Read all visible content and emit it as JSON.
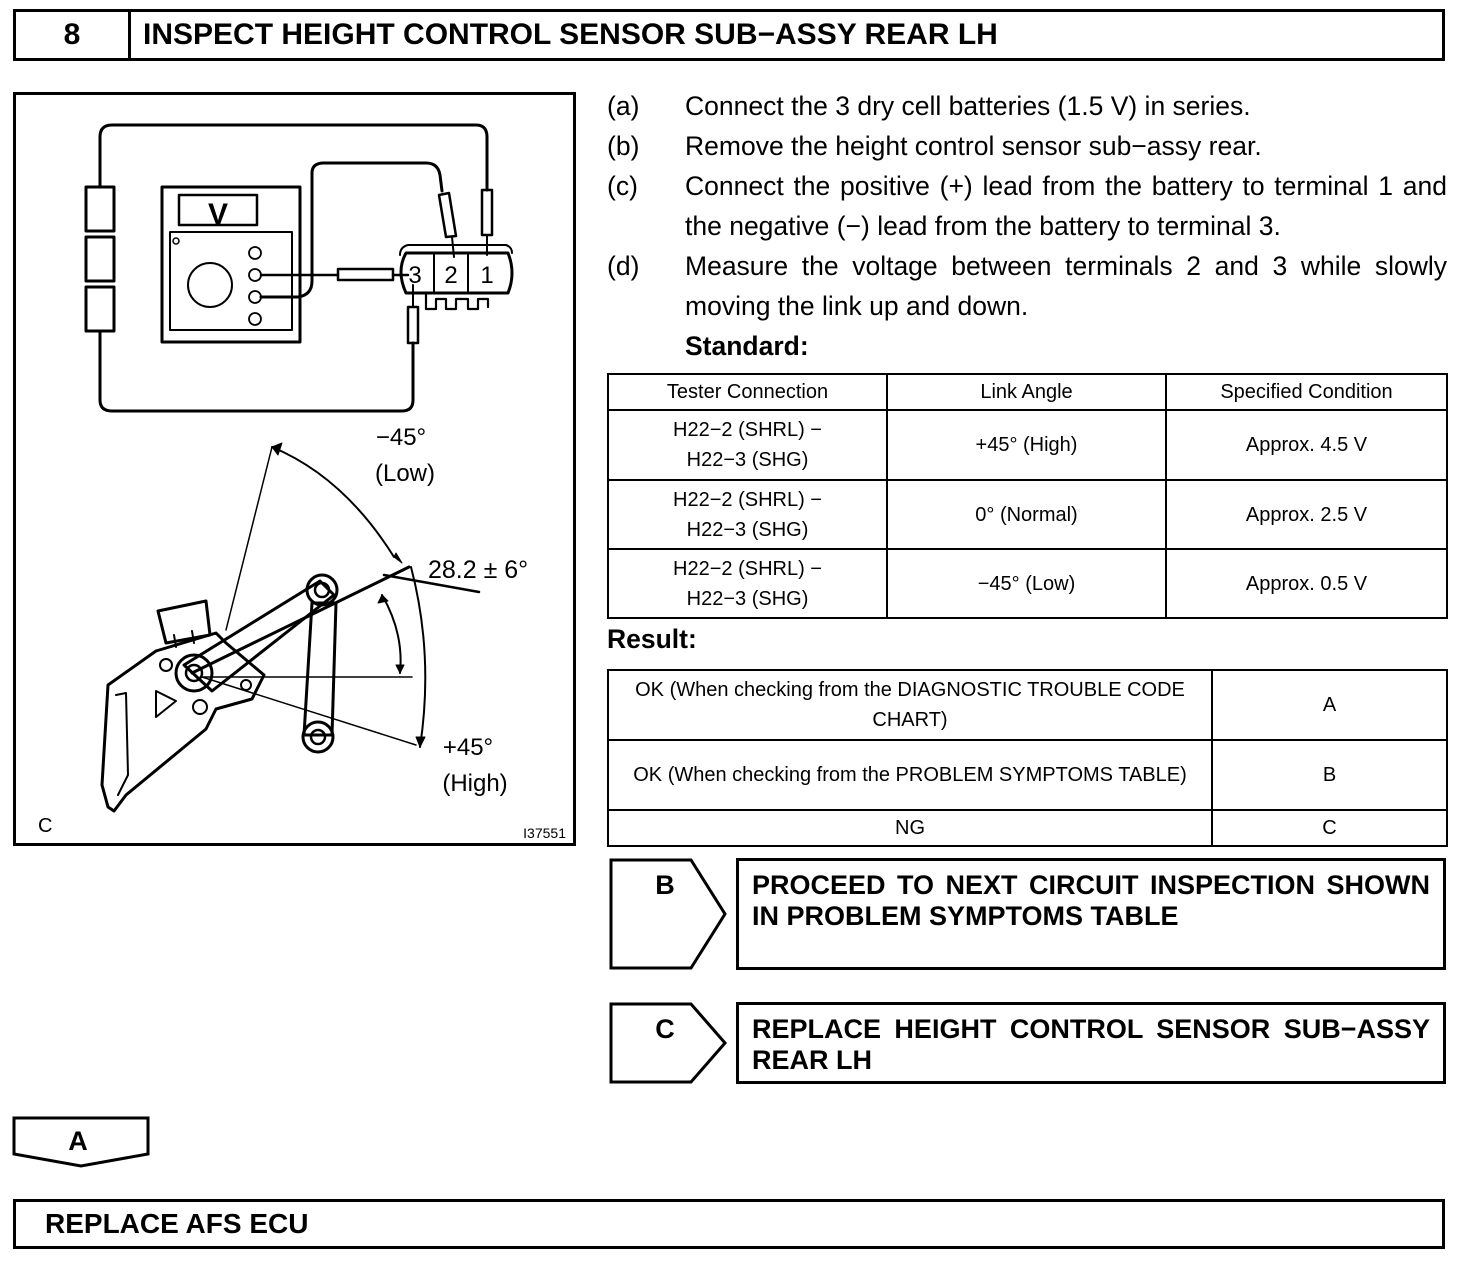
{
  "header": {
    "step_number": "8",
    "title": "INSPECT HEIGHT CONTROL SENSOR SUB−ASSY REAR LH"
  },
  "figure": {
    "meter_label": "V",
    "terminals": [
      "3",
      "2",
      "1"
    ],
    "low_angle": "−45°",
    "low_label": "(Low)",
    "tolerance_label": "28.2 ± 6°",
    "high_angle": "+45°",
    "high_label": "(High)",
    "corner_code": "C",
    "figure_id": "I37551"
  },
  "steps": [
    {
      "letter": "(a)",
      "text": "Connect the 3 dry cell batteries (1.5 V) in series."
    },
    {
      "letter": "(b)",
      "text": "Remove the height control sensor sub−assy rear."
    },
    {
      "letter": "(c)",
      "text": "Connect the positive (+) lead from the battery to terminal 1 and the negative (−) lead from the battery to terminal 3."
    },
    {
      "letter": "(d)",
      "text": "Measure the voltage between terminals 2 and 3 while slowly moving the link up and down."
    }
  ],
  "standard_label": "Standard:",
  "spec_table": {
    "headers": [
      "Tester Connection",
      "Link Angle",
      "Specified Condition"
    ],
    "rows": [
      {
        "connection_1": "H22−2 (SHRL) −",
        "connection_2": "H22−3 (SHG)",
        "angle": "+45° (High)",
        "condition": "Approx. 4.5 V"
      },
      {
        "connection_1": "H22−2 (SHRL) −",
        "connection_2": "H22−3 (SHG)",
        "angle": "0° (Normal)",
        "condition": "Approx. 2.5 V"
      },
      {
        "connection_1": "H22−2 (SHRL) −",
        "connection_2": "H22−3 (SHG)",
        "angle": "−45° (Low)",
        "condition": "Approx. 0.5 V"
      }
    ]
  },
  "result_label": "Result:",
  "result_table": {
    "rows": [
      {
        "condition": "OK (When checking from the DIAGNOSTIC TROUBLE CODE CHART)",
        "code": "A"
      },
      {
        "condition": "OK (When checking from the PROBLEM SYMPTOMS TABLE)",
        "code": "B"
      },
      {
        "condition": "NG",
        "code": "C"
      }
    ]
  },
  "outcomes": [
    {
      "code": "B",
      "text": "PROCEED TO NEXT CIRCUIT INSPECTION SHOWN IN PROBLEM SYMPTOMS TABLE"
    },
    {
      "code": "C",
      "text": "REPLACE HEIGHT CONTROL SENSOR SUB−ASSY REAR LH"
    }
  ],
  "next_step": {
    "code": "A",
    "text": "REPLACE AFS ECU"
  }
}
